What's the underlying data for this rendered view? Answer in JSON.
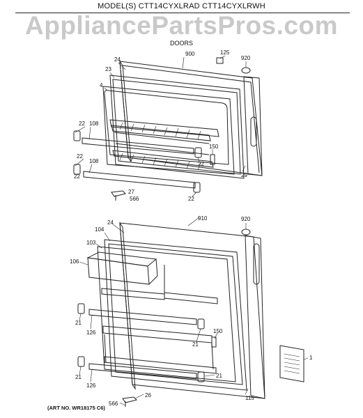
{
  "header": {
    "model_line": "MODEL(S) CTT14CYXLRAD  CTT14CYXLRWH",
    "watermark": "AppliancePartsPros.com",
    "section_title": "DOORS"
  },
  "footer": {
    "art_number": "(ART NO. WR18175 C6)"
  },
  "callouts": {
    "fz_900": "900",
    "fz_125": "125",
    "fz_920": "920",
    "fz_24": "24",
    "fz_23": "23",
    "fz_4": "4",
    "fz_22a": "22",
    "fz_108a": "108",
    "fz_150": "150",
    "fz_22b": "22",
    "fz_22c": "22",
    "fz_108b": "108",
    "fz_22d": "22",
    "fz_29": "29",
    "fz_27": "27",
    "fz_566": "566",
    "fz_22e": "22",
    "ff_910": "910",
    "ff_920": "920",
    "ff_24": "24",
    "ff_104": "104",
    "ff_103": "103",
    "ff_106": "106",
    "ff_21a": "21",
    "ff_126a": "126",
    "ff_150": "150",
    "ff_21b": "21",
    "ff_1": "1",
    "ff_21c": "21",
    "ff_126b": "126",
    "ff_21d": "21",
    "ff_115": "115",
    "ff_26": "26",
    "ff_566": "566"
  }
}
